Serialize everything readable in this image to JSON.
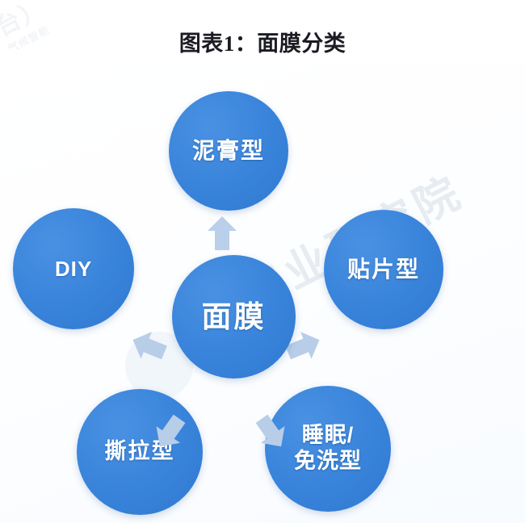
{
  "title": "图表1：面膜分类",
  "diagram": {
    "type": "hub-and-spoke",
    "accent_color": "#3b86dc",
    "arrow_color": "#b8cde8",
    "background_color": "#ffffff",
    "center": {
      "label": "面膜",
      "name": "center-node"
    },
    "nodes": [
      {
        "name": "node-top",
        "label": "泥膏型",
        "position": "top"
      },
      {
        "name": "node-right",
        "label": "贴片型",
        "position": "right"
      },
      {
        "name": "node-bottom-right",
        "label": "睡眠/\n免洗型",
        "position": "bottom-right"
      },
      {
        "name": "node-bottom-left",
        "label": "撕拉型",
        "position": "bottom-left"
      },
      {
        "name": "node-left",
        "label": "DIY",
        "position": "left"
      }
    ],
    "arrows": [
      {
        "name": "arrow-to-top",
        "direction": "up"
      },
      {
        "name": "arrow-to-right",
        "direction": "up-right"
      },
      {
        "name": "arrow-to-left",
        "direction": "up-left"
      },
      {
        "name": "arrow-to-bottom-left",
        "direction": "down-left"
      },
      {
        "name": "arrow-to-bottom-right",
        "direction": "down-right"
      }
    ]
  },
  "watermark": {
    "main": "产业研究院",
    "corner": "台）",
    "corner_sub": "气候智能"
  }
}
